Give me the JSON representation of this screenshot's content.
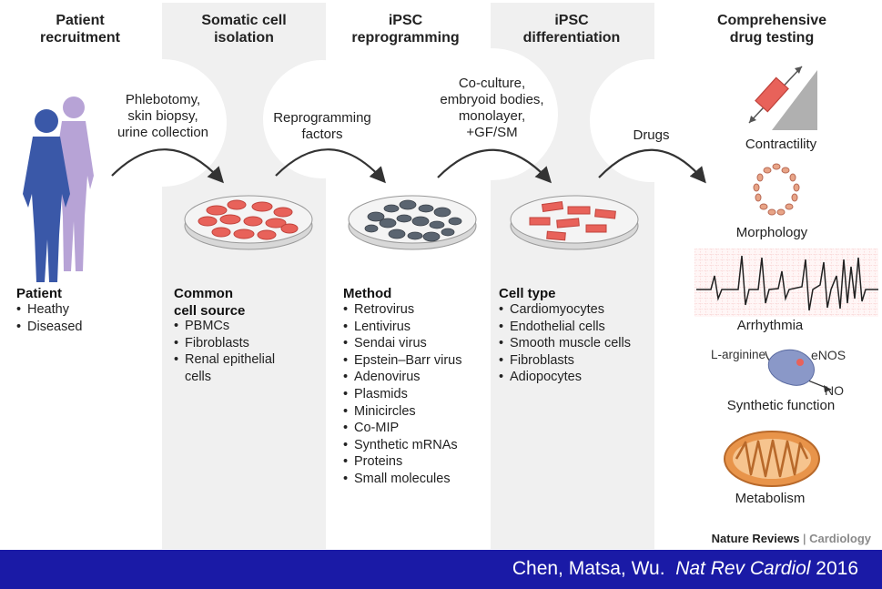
{
  "columns": [
    {
      "heading": "Patient\nrecruitment"
    },
    {
      "heading": "Somatic cell\nisolation"
    },
    {
      "heading": "iPSC\nreprogramming"
    },
    {
      "heading": "iPSC\ndifferentiation"
    },
    {
      "heading": "Comprehensive\ndrug testing"
    }
  ],
  "bubbles": [
    "Phlebotomy,\nskin biopsy,\nurine collection",
    "Reprogramming\nfactors",
    "Co-culture,\nembryoid bodies,\nmonolayer,\n+GF/SM",
    "Drugs"
  ],
  "patient": {
    "title": "Patient",
    "items": [
      "Heathy",
      "Diseased"
    ]
  },
  "cell_source": {
    "title": "Common\ncell source",
    "items": [
      "PBMCs",
      "Fibroblasts",
      "Renal epithelial\ncells"
    ]
  },
  "method": {
    "title": "Method",
    "items": [
      "Retrovirus",
      "Lentivirus",
      "Sendai virus",
      "Epstein–Barr virus",
      "Adenovirus",
      "Plasmids",
      "Minicircles",
      "Co-MIP",
      "Synthetic mRNAs",
      "Proteins",
      "Small molecules"
    ]
  },
  "cell_type": {
    "title": "Cell type",
    "items": [
      "Cardiomyocytes",
      "Endothelial cells",
      "Smooth muscle cells",
      "Fibroblasts",
      "Adiopocytes"
    ]
  },
  "tests": {
    "contractility": "Contractility",
    "morphology": "Morphology",
    "arrhythmia": "Arrhythmia",
    "synthetic_function": "Synthetic function",
    "l_arginine": "L-arginine",
    "enos": "eNOS",
    "no": "NO",
    "metabolism": "Metabolism"
  },
  "credit": {
    "journal": "Nature Reviews",
    "separator": "|",
    "subject": "Cardiology"
  },
  "citation": {
    "authors": "Chen, Matsa, Wu.",
    "journal": "Nat Rev Cardiol",
    "year": "2016"
  },
  "colors": {
    "footer": "#1a1aa6",
    "column_band": "#f0f0f0",
    "patient_front": "#3a58a8",
    "patient_back": "#b7a3d6",
    "cell_red": "#e8625a",
    "mito_orange": "#e8944a"
  }
}
